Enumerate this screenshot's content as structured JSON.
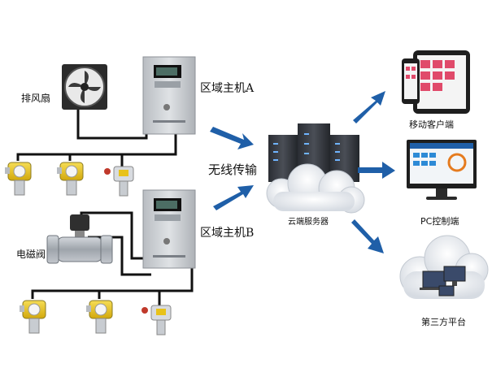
{
  "labels": {
    "fan": "排风扇",
    "host_a": "区域主机A",
    "wireless": "无线传输",
    "host_b": "区域主机B",
    "valve": "电磁阀",
    "cloud_server": "云端服务器",
    "mobile": "移动客户端",
    "pc": "PC控制端",
    "third_party": "第三方平台"
  },
  "colors": {
    "arrow": "#1f5fa8",
    "wire": "#111111",
    "cabinet": "#c9ccd0",
    "detector_yellow": "#e8c21a",
    "valve_metal": "#a8aeb6"
  },
  "icons": [
    "fan-icon",
    "controller-cabinet",
    "gas-detector",
    "solenoid-valve",
    "server-rack",
    "cloud-icon",
    "tablet-phone-icon",
    "monitor-icon",
    "laptop-icon"
  ]
}
